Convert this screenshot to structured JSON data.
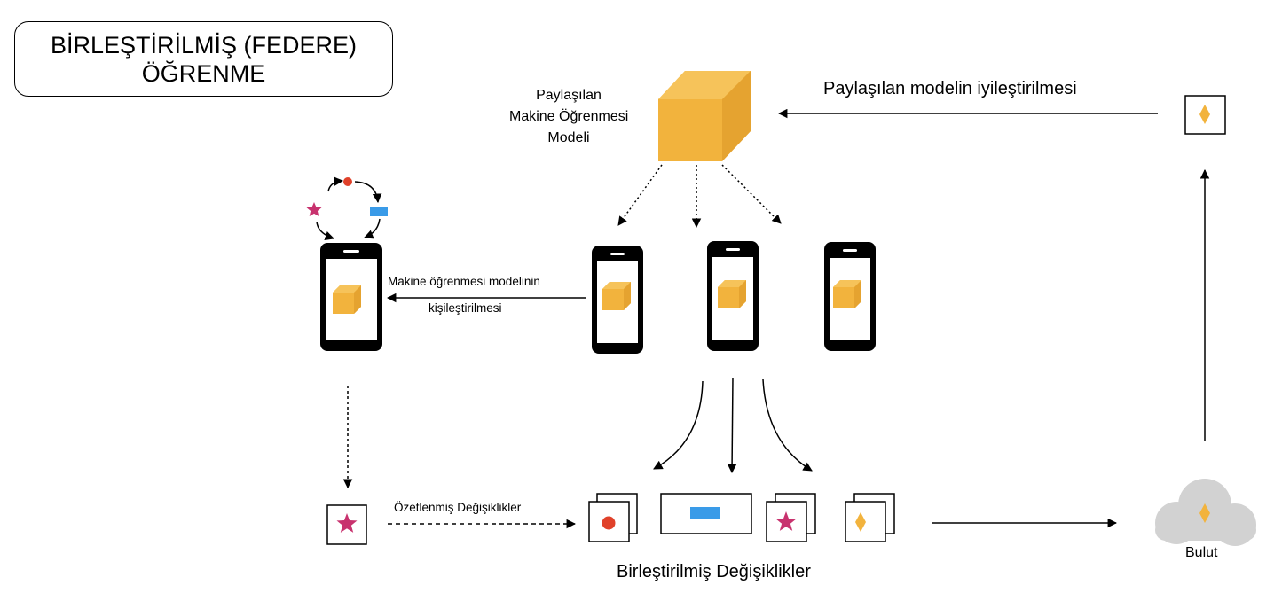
{
  "title": {
    "line1": "BİRLEŞTİRİLMİŞ (FEDERE)",
    "line2": "ÖĞRENME"
  },
  "shared_model": {
    "line1": "Paylaşılan",
    "line2": "Makine Öğrenmesi",
    "line3": "Modeli"
  },
  "improvement_label": "Paylaşılan modelin iyileştirilmesi",
  "personalization_label": {
    "line1": "Makine öğrenmesi modelinin",
    "line2": "kişileştirilmesi"
  },
  "summarized_changes_label": "Özetlenmiş Değişiklikler",
  "combined_changes_label": "Birleştirilmiş Değişiklikler",
  "cloud_label": "Bulut",
  "colors": {
    "cube": "#f2b33d",
    "cube_dark": "#e5a330",
    "red_dot": "#e0412a",
    "blue_bar": "#3a9be8",
    "magenta_star": "#c8326e",
    "orange_diamond": "#f2b33d",
    "cloud": "#d2d2d2"
  },
  "icons": [
    "cube-icon",
    "phone-icon",
    "star-icon",
    "diamond-icon",
    "cloud-icon",
    "red-dot-icon",
    "blue-bar-icon"
  ]
}
